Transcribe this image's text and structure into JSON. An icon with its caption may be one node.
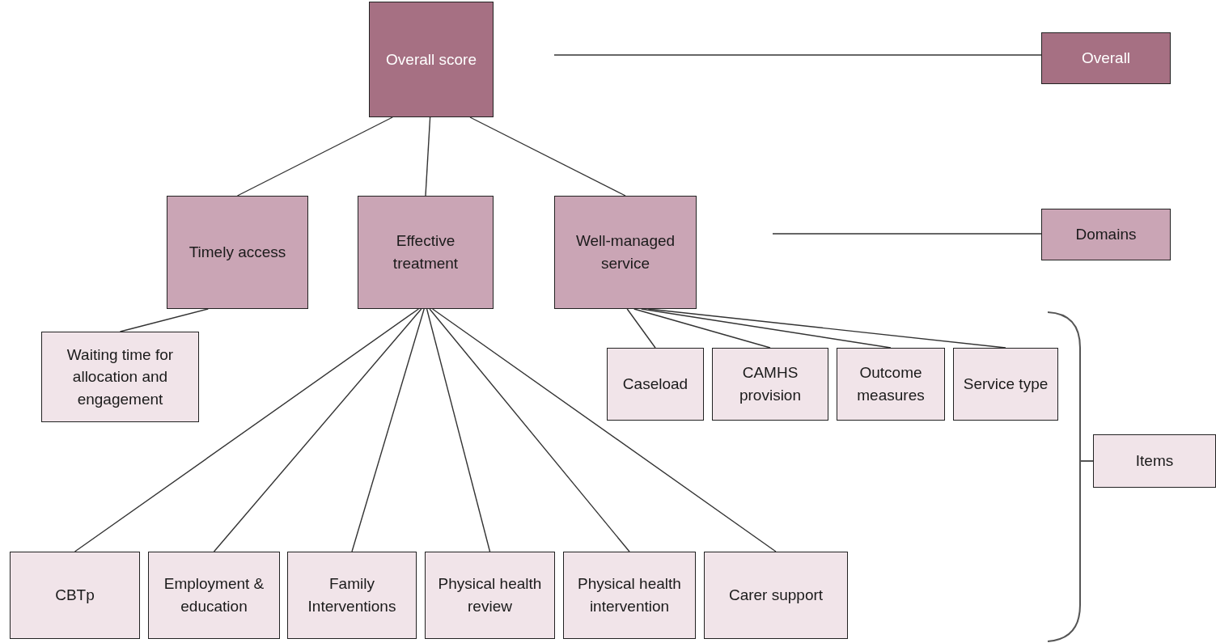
{
  "diagram": {
    "nodes": [
      {
        "text": [
          "Overall score"
        ]
      },
      {
        "text": [
          "Timely access"
        ]
      },
      {
        "text": [
          "Effective treatment"
        ]
      },
      {
        "text": [
          "Well-managed service"
        ]
      },
      {
        "text": [
          "Waiting time for allocation and engagement"
        ]
      },
      {
        "text": [
          "Caseload"
        ]
      },
      {
        "text": [
          "CAMHS provision"
        ]
      },
      {
        "text": [
          "Outcome measures"
        ]
      },
      {
        "text": [
          "Service type"
        ]
      },
      {
        "text": [
          "CBTp"
        ]
      },
      {
        "text": [
          "Employment & education"
        ]
      },
      {
        "text": [
          "Family Interventions"
        ]
      },
      {
        "text": [
          "Physical health review"
        ]
      },
      {
        "text": [
          "Physical health intervention"
        ]
      },
      {
        "text": [
          "Carer support"
        ]
      },
      {
        "text": [
          "Overall"
        ]
      },
      {
        "text": [
          "Domains"
        ]
      },
      {
        "text": [
          "Items"
        ]
      }
    ],
    "edges": [
      {
        "from": 0,
        "to": 1,
        "arrow": "none"
      },
      {
        "from": 0,
        "to": 2,
        "arrow": "none"
      },
      {
        "from": 0,
        "to": 3,
        "arrow": "none"
      },
      {
        "from": 1,
        "to": 4,
        "arrow": "none"
      },
      {
        "from": 3,
        "to": 5,
        "arrow": "none"
      },
      {
        "from": 3,
        "to": 6,
        "arrow": "none"
      },
      {
        "from": 3,
        "to": 7,
        "arrow": "none"
      },
      {
        "from": 3,
        "to": 8,
        "arrow": "none"
      },
      {
        "from": 2,
        "to": 9,
        "arrow": "none"
      },
      {
        "from": 2,
        "to": 10,
        "arrow": "none"
      },
      {
        "from": 2,
        "to": 11,
        "arrow": "none"
      },
      {
        "from": 2,
        "to": 12,
        "arrow": "none"
      },
      {
        "from": 2,
        "to": 13,
        "arrow": "none"
      },
      {
        "from": 2,
        "to": 14,
        "arrow": "none"
      },
      {
        "from": null,
        "to": 15,
        "arrow": "none"
      },
      {
        "from": null,
        "to": 16,
        "arrow": "none"
      }
    ]
  }
}
